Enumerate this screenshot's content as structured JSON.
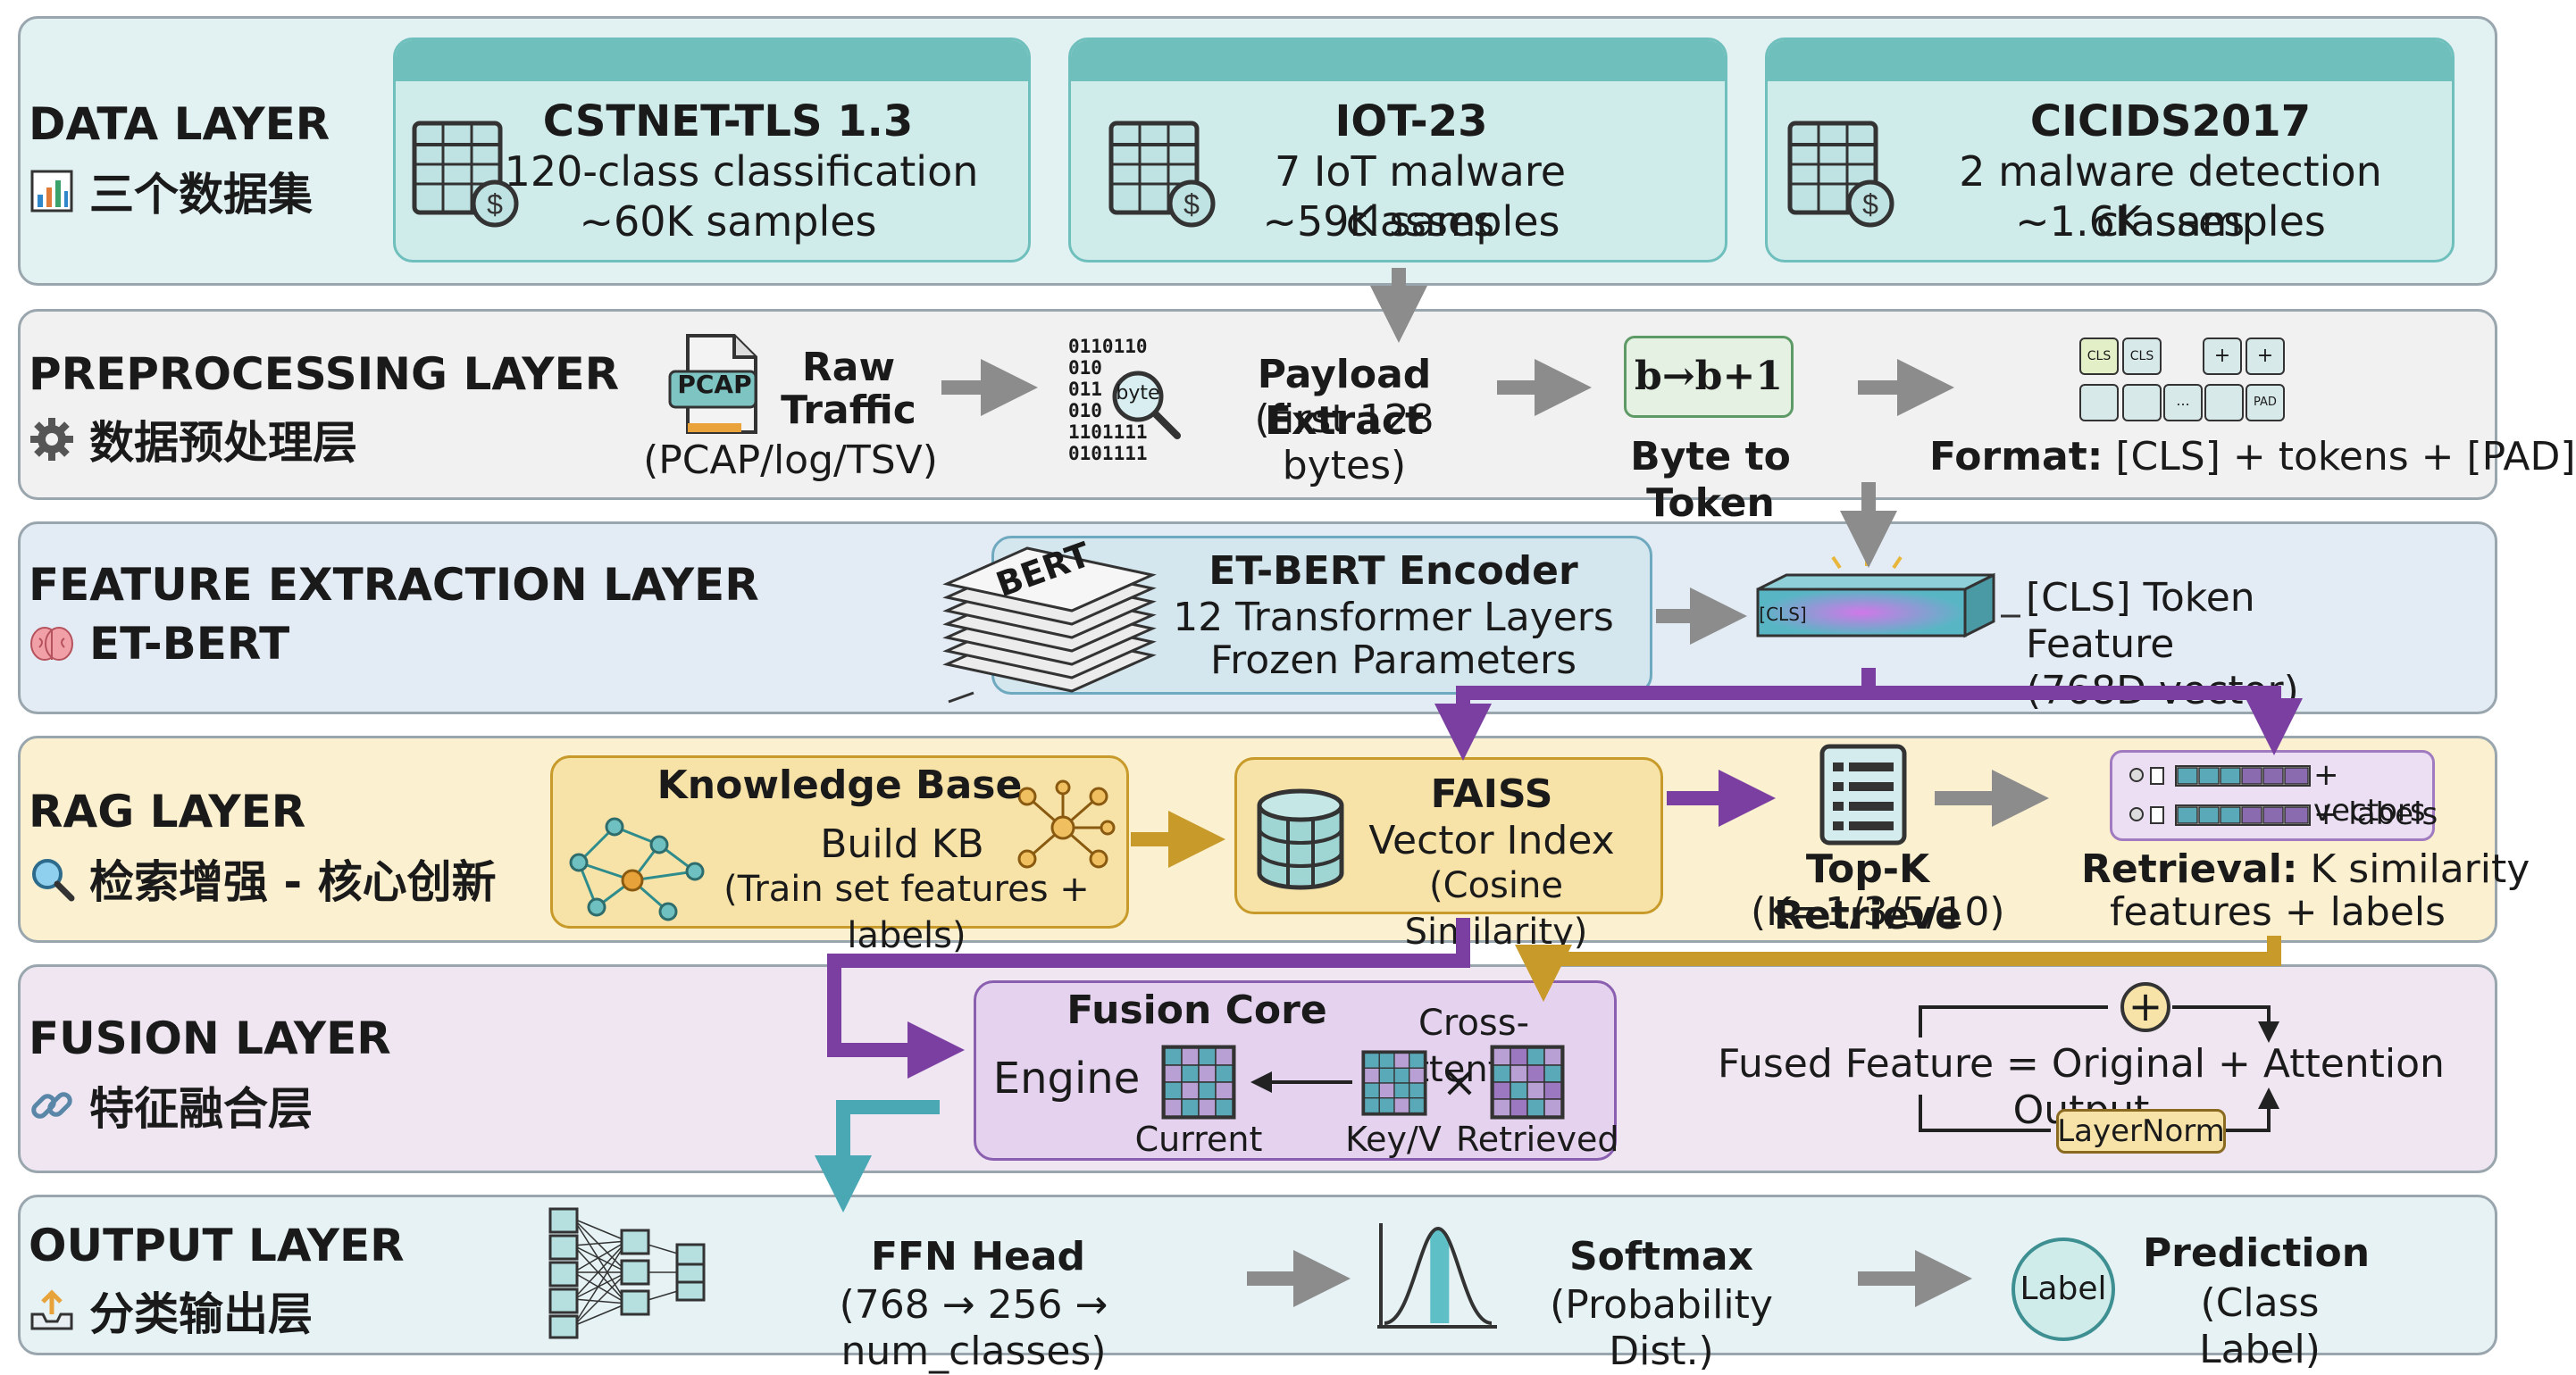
{
  "layers": {
    "data": {
      "title": "DATA LAYER",
      "subtitle": "三个数据集"
    },
    "preprocessing": {
      "title": "PREPROCESSING LAYER",
      "subtitle": "数据预处理层"
    },
    "feature": {
      "title": "FEATURE EXTRACTION LAYER",
      "subtitle": "ET-BERT"
    },
    "rag": {
      "title": "RAG LAYER",
      "subtitle": "检索增强 - 核心创新"
    },
    "fusion": {
      "title": "FUSION LAYER",
      "subtitle": "特征融合层"
    },
    "output": {
      "title": "OUTPUT LAYER",
      "subtitle": "分类输出层"
    }
  },
  "datasets": [
    {
      "name": "CSTNET-TLS 1.3",
      "desc": "120-class classification",
      "samples": "~60K samples"
    },
    {
      "name": "IOT-23",
      "desc": "7 IoT malware classes",
      "samples": "~59K samples"
    },
    {
      "name": "CICIDS2017",
      "desc": "2 malware detection classes",
      "samples": "~1.6K samples"
    }
  ],
  "preprocessing": {
    "pcap_icon_label": "PCAP",
    "raw_line1": "Raw",
    "raw_line2": "Traffic",
    "raw_formats": "(PCAP/log/TSV)",
    "binary_rows": [
      "0110110",
      "010",
      "011",
      "010",
      "1101111",
      "0101111"
    ],
    "byte_badge": "byte",
    "payload_title": "Payload Extract",
    "payload_desc": "(first 128 bytes)",
    "formula": "b→b+1",
    "byte_to_token": "Byte to Token",
    "token_cells": [
      "CLS",
      "CLS",
      "+",
      "+",
      "...",
      "PAD"
    ],
    "format_label": "Format:",
    "format_value": " [CLS] + tokens + [PAD]"
  },
  "feature": {
    "bert_label": "BERT",
    "encoder_title": "ET-BERT Encoder",
    "encoder_line2": "12 Transformer Layers",
    "encoder_line3": "Frozen Parameters",
    "cls_tag": "[CLS]",
    "cls_feature": "[CLS] Token Feature",
    "cls_dim": "(768D vector)"
  },
  "rag": {
    "kb_title": "Knowledge Base",
    "kb_line2": "Build KB",
    "kb_line3": "(Train set features + labels)",
    "faiss_title": "FAISS",
    "faiss_line2": "Vector Index",
    "faiss_line3": "(Cosine Similarity)",
    "topk_title": "Top-K Retrieve",
    "topk_k": "(K=1/3/5/10)",
    "ret_vectors": "+ vectors",
    "ret_labels": "+ labels",
    "retrieval_label": "Retrieval:",
    "retrieval_rest": " K similarity",
    "retrieval_line2": "features + labels"
  },
  "fusion": {
    "core_title": "Fusion Core",
    "engine": "Engine",
    "cross_attention": "Cross-Attention",
    "times": "×",
    "current": "Current",
    "keyv": "Key/V",
    "retrieved": "Retrieved",
    "formula": "Fused Feature = Original + Attention Output",
    "plus": "+",
    "layernorm": "LayerNorm"
  },
  "output": {
    "ffn_title": "FFN Head",
    "ffn_desc": "(768 → 256 → num_classes)",
    "softmax_title": "Softmax",
    "softmax_desc": "(Probability Dist.)",
    "label_badge": "Label",
    "prediction_title": "Prediction",
    "prediction_desc": "(Class Label)"
  },
  "colors": {
    "data_bg": "#e2f1f2",
    "pre_bg": "#f1f1f1",
    "feature_bg": "#e3ebf4",
    "rag_bg": "#fbf0cf",
    "fusion_bg": "#efe6f2",
    "output_bg": "#e6f2f3",
    "teal": "#6fbfbd",
    "purple": "#7a3fa0",
    "gold": "#c79a2a",
    "gray_arrow": "#8c8c8c"
  },
  "icons": [
    "bar-chart-icon",
    "gear-icon",
    "brain-icon",
    "magnifier-icon",
    "link-icon",
    "upload-tray-icon",
    "spreadsheet-dollar-icon",
    "document-icon",
    "binary-magnifier-icon",
    "stack-icon",
    "network-graph-icon",
    "database-icon",
    "list-icon",
    "neural-network-icon",
    "bell-curve-icon"
  ]
}
